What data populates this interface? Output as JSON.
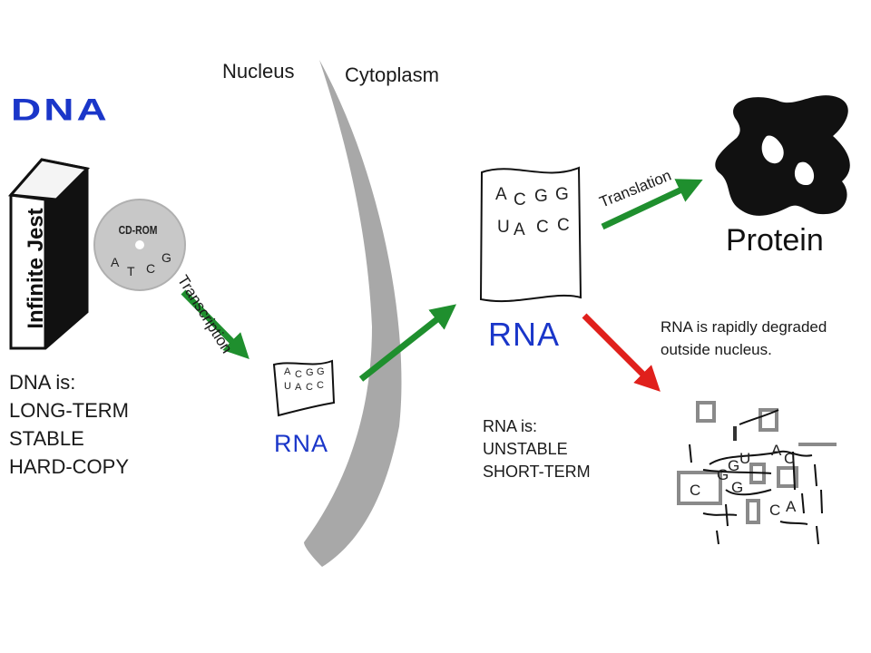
{
  "labels": {
    "dna_title": "DNA",
    "nucleus": "Nucleus",
    "cytoplasm": "Cytoplasm",
    "protein": "Protein",
    "rna_small": "RNA",
    "rna_big": "RNA",
    "transcription": "Transcription",
    "translation": "Translation",
    "book_title": "Infinite Jest",
    "cd_label": "CD-ROM",
    "degraded_note": "RNA is rapidly degraded\noutside nucleus."
  },
  "dna_properties": "DNA is:\nLONG-TERM\nSTABLE\nHARD-COPY",
  "rna_properties": "RNA is:\nUNSTABLE\nSHORT-TERM",
  "cd_bases": [
    "A",
    "T",
    "C",
    "G"
  ],
  "small_rna_bases": [
    "A",
    "C",
    "G",
    "G",
    "U",
    "A",
    "C",
    "C"
  ],
  "large_rna_bases": [
    "A",
    "C",
    "G",
    "G",
    "U",
    "A",
    "C",
    "C"
  ],
  "degraded_bases": [
    "U",
    "A",
    "C",
    "G",
    "G",
    "C",
    "G",
    "C",
    "A"
  ],
  "colors": {
    "dna_blue": "#1a36c9",
    "transcription_arrow": "#1f8f2e",
    "translation_arrow": "#1f8f2e",
    "degradation_arrow": "#e0201c",
    "membrane": "#a8a8a8"
  }
}
